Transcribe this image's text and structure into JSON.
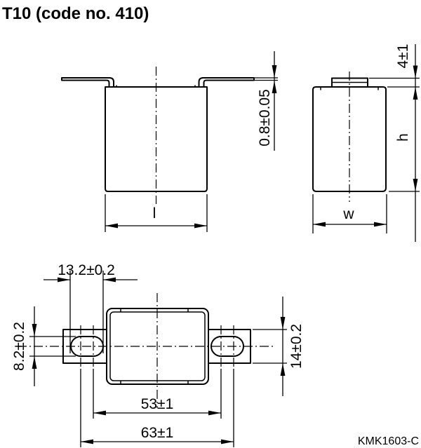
{
  "title": "T10 (code no. 410)",
  "drawing_code": "KMK1603-C",
  "colors": {
    "line": "#000000",
    "background": "#ffffff"
  },
  "views": {
    "front": {
      "dims": {
        "lead_thickness": "0.8±0.05",
        "body_length": "l"
      }
    },
    "side": {
      "dims": {
        "terminal_protrusion": "4±1",
        "body_height": "h",
        "body_width": "w"
      }
    },
    "top": {
      "dims": {
        "slot_length": "13.2±0.2",
        "slot_width": "8.2±0.2",
        "terminal_width": "14±0.2",
        "hole_centers_inner": "53±1",
        "hole_centers_outer": "63±1"
      }
    }
  }
}
